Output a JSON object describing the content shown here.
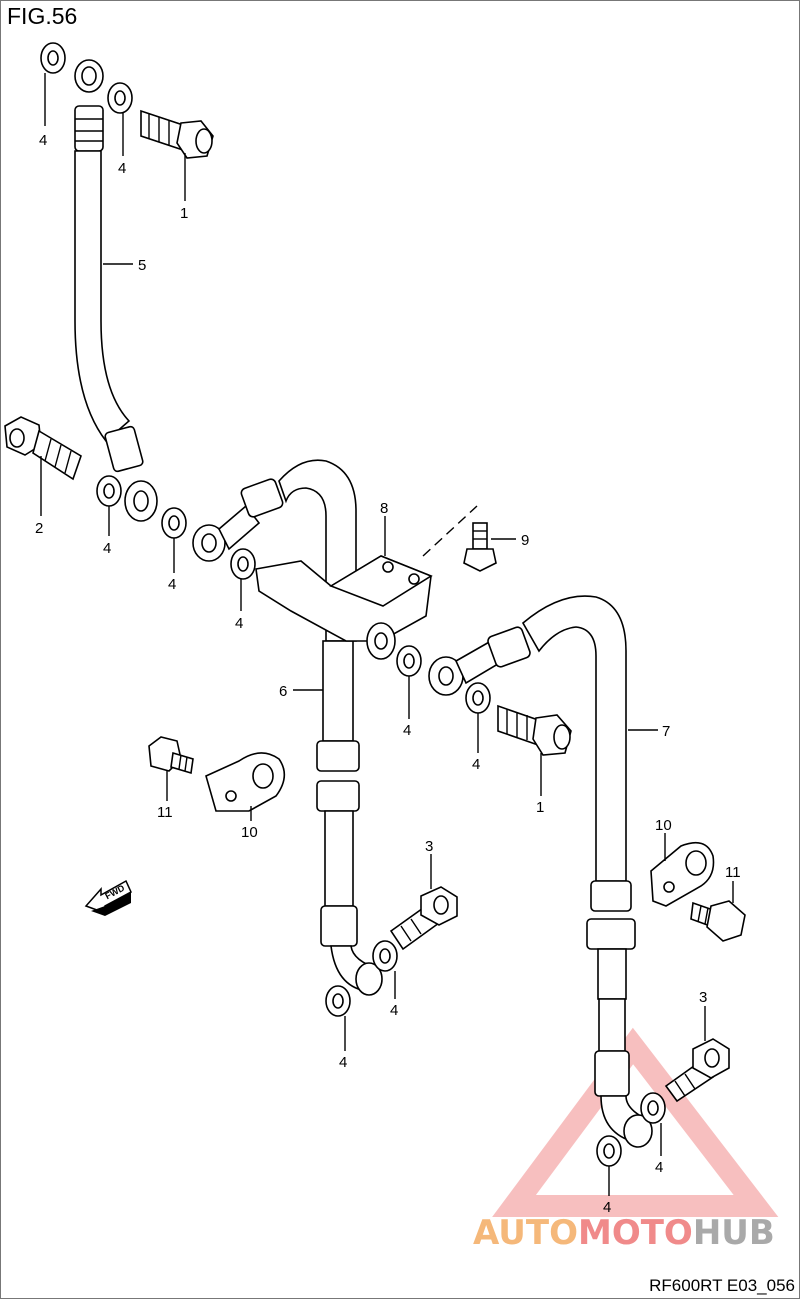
{
  "figure": {
    "title": "FIG.56",
    "code": "RF600RT E03_056",
    "direction_label": "FWD"
  },
  "callouts": {
    "p1a": "1",
    "p1b": "1",
    "p2": "2",
    "p3a": "3",
    "p3b": "3",
    "p4a": "4",
    "p4b": "4",
    "p4c": "4",
    "p4d": "4",
    "p4e": "4",
    "p4f": "4",
    "p4g": "4",
    "p4h": "4",
    "p4i": "4",
    "p4j": "4",
    "p4k": "4",
    "p5": "5",
    "p6": "6",
    "p7": "7",
    "p8": "8",
    "p9": "9",
    "p10a": "10",
    "p10b": "10",
    "p11a": "11",
    "p11b": "11"
  },
  "watermark": {
    "part1": "AUTO",
    "part2": "MOTO",
    "part3": "HUB",
    "colors": {
      "orange": "#f5b87a",
      "red": "#f08a8a",
      "gray": "#a9a9a9"
    }
  }
}
